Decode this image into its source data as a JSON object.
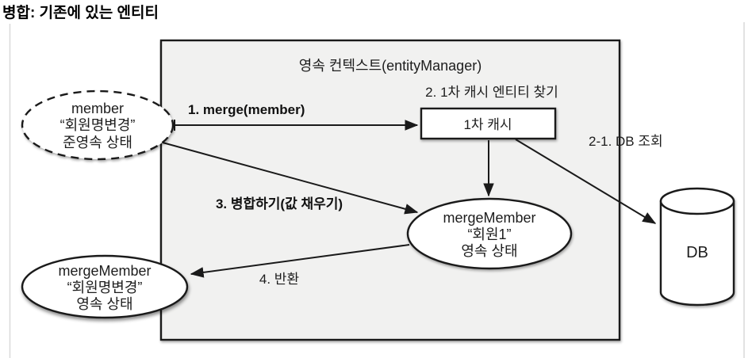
{
  "title": "병합: 기존에 있는 엔티티",
  "diagram": {
    "persistence_context": {
      "label": "영속 컨텍스트(entityManager)"
    },
    "first_level_cache": {
      "find_label": "2. 1차 캐시 엔티티 찾기",
      "label": "1차 캐시"
    },
    "member_entity": {
      "line1": "member",
      "line2": "“회원명변경”",
      "line3": "준영속 상태"
    },
    "merge_member_entity": {
      "line1": "mergeMember",
      "line2": "“회원1”",
      "line3": "영속 상태"
    },
    "returned_entity": {
      "line1": "mergeMember",
      "line2": "“회원명변경”",
      "line3": "영속 상태"
    },
    "db": {
      "label": "DB"
    },
    "arrows": {
      "merge": "1. merge(member)",
      "db_lookup": "2-1.  DB 조회",
      "merge_values": "3. 병합하기(값 채우기)",
      "return": "4. 반환"
    },
    "colors": {
      "context_fill": "#f1f1f0",
      "shape_fill": "#ffffff",
      "stroke": "#1a1a1a"
    }
  }
}
